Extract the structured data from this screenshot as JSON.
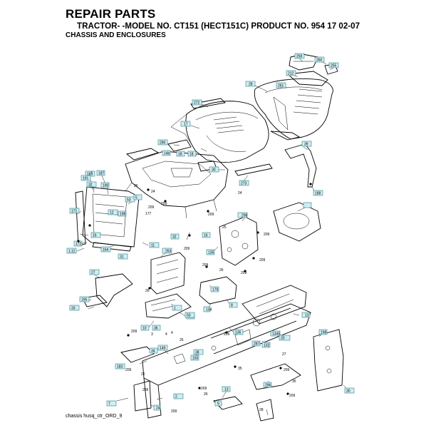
{
  "header": {
    "title": "REPAIR PARTS",
    "subtitle": "TRACTOR- -MODEL NO. CT151 (HECT151C) PRODUCT NO. 954 17 02-07",
    "section": "CHASSIS AND ENCLOSURES"
  },
  "footer": {
    "caption": "chassis husq_ctr_ORD_9"
  },
  "callouts": [
    {
      "id": "c1",
      "text": "259"
    },
    {
      "id": "c2",
      "text": "260"
    },
    {
      "id": "c3",
      "text": "255"
    },
    {
      "id": "c4",
      "text": "212"
    },
    {
      "id": "c5",
      "text": "28"
    },
    {
      "id": "c6",
      "text": "261"
    },
    {
      "id": "c7",
      "text": "272"
    },
    {
      "id": "c8",
      "text": "17"
    },
    {
      "id": "c9",
      "text": "290"
    },
    {
      "id": "c10",
      "text": "14b"
    },
    {
      "id": "c11",
      "text": "18"
    },
    {
      "id": "c12",
      "text": "18"
    },
    {
      "id": "c13",
      "text": "30"
    },
    {
      "id": "c14",
      "text": "273"
    },
    {
      "id": "c15",
      "text": "39"
    },
    {
      "id": "c16",
      "text": "188"
    },
    {
      "id": "c17",
      "text": "189"
    },
    {
      "id": "c18",
      "text": "33"
    },
    {
      "id": "c19",
      "text": "187"
    },
    {
      "id": "c20",
      "text": "191"
    },
    {
      "id": "c21",
      "text": "32"
    },
    {
      "id": "c22",
      "text": "190"
    },
    {
      "id": "c23",
      "text": "53"
    },
    {
      "id": "c24",
      "text": "5"
    },
    {
      "id": "c25",
      "text": "298"
    },
    {
      "id": "c26",
      "text": "171"
    },
    {
      "id": "c27",
      "text": "12"
    },
    {
      "id": "c28",
      "text": "198"
    },
    {
      "id": "c29",
      "text": "16"
    },
    {
      "id": "c30",
      "text": "172"
    },
    {
      "id": "c31",
      "text": "1.11"
    },
    {
      "id": "c32",
      "text": "164"
    },
    {
      "id": "c33",
      "text": "11"
    },
    {
      "id": "c34",
      "text": "263"
    },
    {
      "id": "c35",
      "text": "31"
    },
    {
      "id": "c36",
      "text": "32"
    },
    {
      "id": "c37",
      "text": "16"
    },
    {
      "id": "c38",
      "text": "135"
    },
    {
      "id": "c39",
      "text": "27"
    },
    {
      "id": "c40",
      "text": "179"
    },
    {
      "id": "c41",
      "text": "195"
    },
    {
      "id": "c42",
      "text": "33"
    },
    {
      "id": "c43",
      "text": "10"
    },
    {
      "id": "c44",
      "text": "36"
    },
    {
      "id": "c45",
      "text": "208"
    },
    {
      "id": "c46",
      "text": "1"
    },
    {
      "id": "c47",
      "text": "13"
    },
    {
      "id": "c48",
      "text": "8"
    },
    {
      "id": "c49",
      "text": "134"
    },
    {
      "id": "c50",
      "text": "136"
    },
    {
      "id": "c51",
      "text": "1345"
    },
    {
      "id": "c52",
      "text": "20"
    },
    {
      "id": "c53",
      "text": "132"
    },
    {
      "id": "c54",
      "text": "149"
    },
    {
      "id": "c55",
      "text": "38"
    },
    {
      "id": "c56",
      "text": "150"
    },
    {
      "id": "c57",
      "text": "2"
    },
    {
      "id": "c58",
      "text": "24"
    },
    {
      "id": "c59",
      "text": "34"
    },
    {
      "id": "c60",
      "text": "296"
    },
    {
      "id": "c61",
      "text": "30"
    },
    {
      "id": "c62",
      "text": "287"
    },
    {
      "id": "c63",
      "text": "7"
    },
    {
      "id": "c64",
      "text": "9"
    },
    {
      "id": "c65",
      "text": "13"
    },
    {
      "id": "c66",
      "text": "198"
    },
    {
      "id": "c67",
      "text": "183"
    },
    {
      "id": "c68",
      "text": "50"
    }
  ],
  "labels": [
    {
      "id": "l1",
      "text": "24"
    },
    {
      "id": "l2",
      "text": "26"
    },
    {
      "id": "l3",
      "text": "24"
    },
    {
      "id": "l4",
      "text": "209"
    },
    {
      "id": "l5",
      "text": "209"
    },
    {
      "id": "l6",
      "text": "3"
    },
    {
      "id": "l7",
      "text": "4"
    },
    {
      "id": "l8",
      "text": "209"
    },
    {
      "id": "l9",
      "text": "209"
    },
    {
      "id": "l10",
      "text": "177"
    },
    {
      "id": "l11",
      "text": "209"
    },
    {
      "id": "l12",
      "text": "26"
    },
    {
      "id": "l13",
      "text": "209"
    },
    {
      "id": "l14",
      "text": "25"
    },
    {
      "id": "l15",
      "text": "209"
    },
    {
      "id": "l16",
      "text": "26"
    },
    {
      "id": "l17",
      "text": "209"
    },
    {
      "id": "l18",
      "text": "209"
    },
    {
      "id": "l19",
      "text": "35"
    },
    {
      "id": "l20",
      "text": "26"
    },
    {
      "id": "l21",
      "text": "209"
    },
    {
      "id": "l22",
      "text": "35"
    },
    {
      "id": "l23",
      "text": "209"
    },
    {
      "id": "l24",
      "text": "209"
    },
    {
      "id": "l25",
      "text": "26"
    },
    {
      "id": "l26",
      "text": "209"
    },
    {
      "id": "l27",
      "text": "28"
    },
    {
      "id": "l28",
      "text": "26"
    },
    {
      "id": "l29",
      "text": "27"
    },
    {
      "id": "l30",
      "text": "209"
    },
    {
      "id": "l31",
      "text": "4"
    },
    {
      "id": "l32",
      "text": "209"
    },
    {
      "id": "l33",
      "text": "209"
    }
  ]
}
